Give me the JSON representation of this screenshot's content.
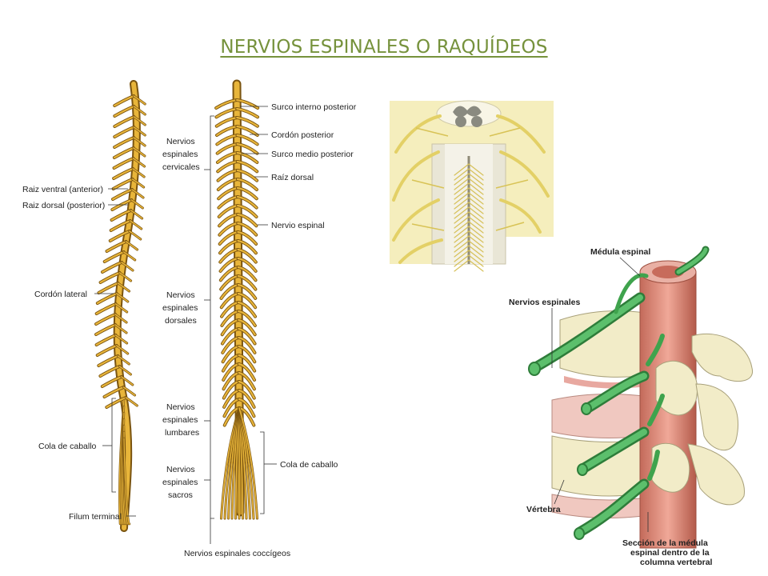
{
  "title": "NERVIOS ESPINALES O RAQUÍDEOS",
  "left_figure": {
    "labels": {
      "raiz_ventral": "Raiz ventral (anterior)",
      "raiz_dorsal": "Raiz dorsal (posterior)",
      "cordon_lateral": "Cordón lateral",
      "cola_caballo": "Cola de caballo",
      "filum_terminal": "Filum terminal"
    }
  },
  "middle_figure": {
    "left_labels": {
      "cervicales": [
        "Nervios",
        "espinales",
        "cervicales"
      ],
      "dorsales": [
        "Nervios",
        "espinales",
        "dorsales"
      ],
      "lumbares": [
        "Nervios",
        "espinales",
        "lumbares"
      ],
      "sacros": [
        "Nervios",
        "espinales",
        "sacros"
      ]
    },
    "right_labels": {
      "surco_interno": "Surco interno posterior",
      "cordon_posterior": "Cordón posterior",
      "surco_medio": "Surco medio posterior",
      "raiz_dorsal": "Raíz dorsal",
      "nervio_espinal": "Nervio espinal",
      "cola_caballo": "Cola de caballo"
    },
    "bottom_label": "Nervios espinales coccígeos"
  },
  "right_figure": {
    "labels": {
      "medula": "Médula espinal",
      "nervios": "Nervios espinales",
      "vertebra": "Vértebra",
      "seccion": [
        "Sección de la médula",
        "espinal dentro de la",
        "columna vertebral"
      ]
    }
  },
  "colors": {
    "title": "#76923c",
    "nerve_gold": "#e8b53a",
    "nerve_dark": "#7a5410",
    "cord_red": "#d98575",
    "nerve_green": "#3fa34d",
    "bone": "#f2ecc8",
    "photo_bg": "#f5eebd"
  }
}
